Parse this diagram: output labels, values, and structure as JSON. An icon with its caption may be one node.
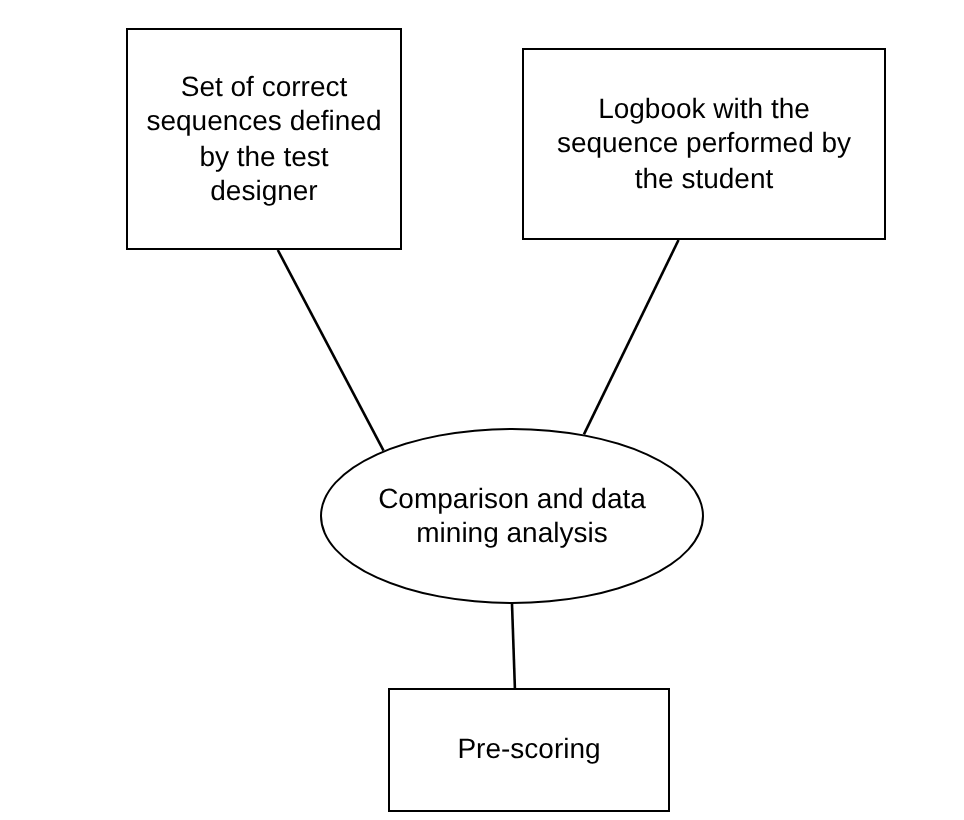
{
  "diagram": {
    "nodes": [
      {
        "text": [
          "Set of correct sequences defined by the test designer"
        ]
      },
      {
        "text": [
          "Logbook with the sequence performed by the student"
        ]
      },
      {
        "text": [
          "Comparison and data mining analysis"
        ]
      },
      {
        "text": [
          "Pre-scoring"
        ]
      }
    ],
    "edges": [
      {
        "from": 0,
        "to": 2,
        "arrow": "none"
      },
      {
        "from": 1,
        "to": 2,
        "arrow": "none"
      },
      {
        "from": 2,
        "to": 3,
        "arrow": "none"
      }
    ]
  }
}
